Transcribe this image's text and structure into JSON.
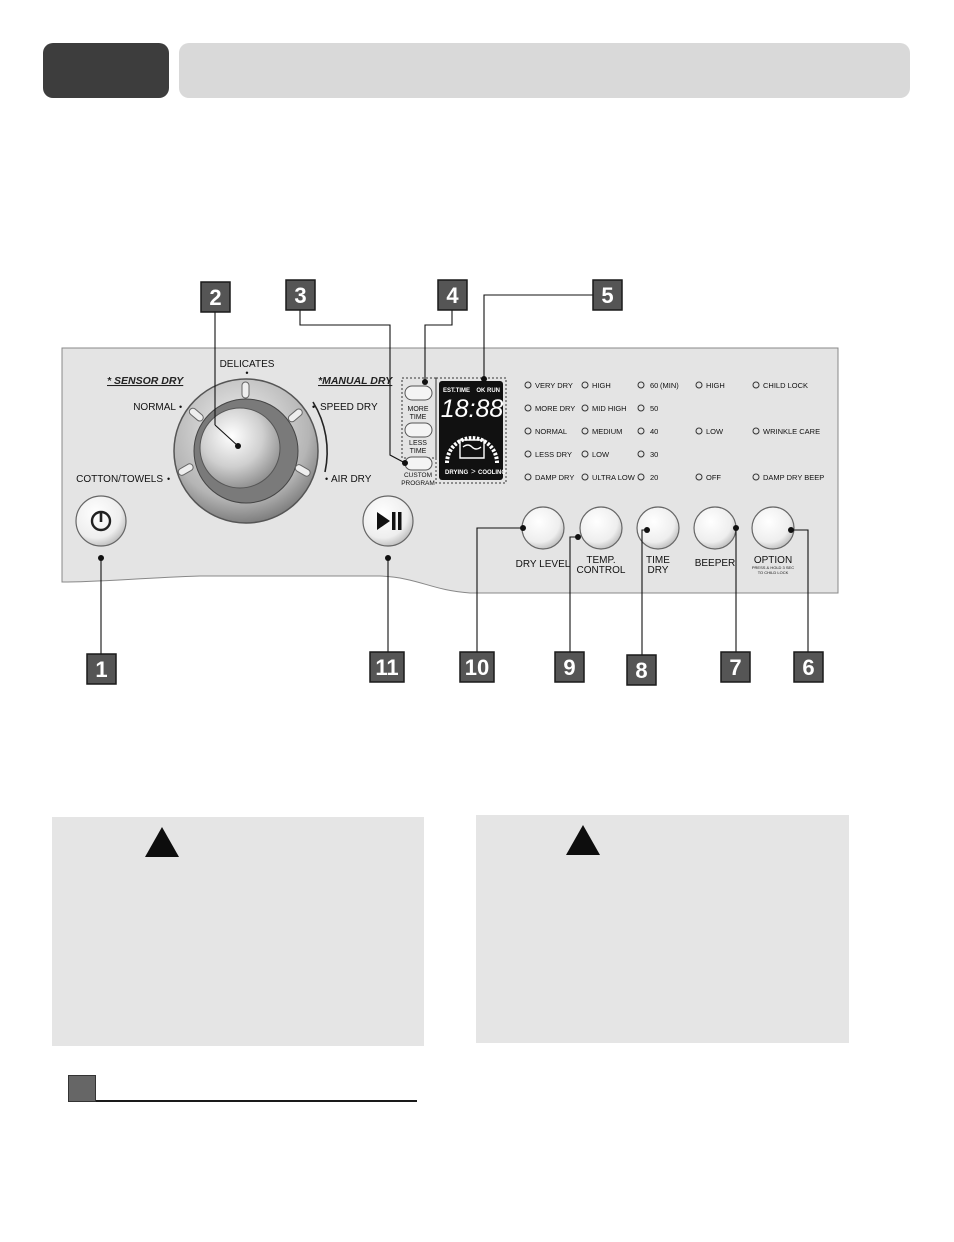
{
  "callouts": [
    "1",
    "2",
    "3",
    "4",
    "5",
    "6",
    "7",
    "8",
    "9",
    "10",
    "11"
  ],
  "dial": {
    "sensor_dry_heading": "* SENSOR DRY",
    "manual_dry_heading": "*MANUAL DRY",
    "delicates": "DELICATES",
    "normal": "NORMAL",
    "cotton_towels": "COTTON/TOWELS",
    "speed_dry": "SPEED DRY",
    "air_dry": "AIR DRY"
  },
  "time_buttons": {
    "more_time_line1": "MORE",
    "more_time_line2": "TIME",
    "less_time_line1": "LESS",
    "less_time_line2": "TIME",
    "custom_line1": "CUSTOM",
    "custom_line2": "PROGRAM"
  },
  "display": {
    "est_time": "EST.TIME",
    "ok_run": "OK RUN",
    "time": "18:88",
    "drying": "DRYING",
    "arrow": ">",
    "cooling": "COOLING"
  },
  "options": {
    "dry_level": [
      "VERY DRY",
      "MORE DRY",
      "NORMAL",
      "LESS DRY",
      "DAMP DRY"
    ],
    "temp": [
      "HIGH",
      "MID HIGH",
      "MEDIUM",
      "LOW",
      "ULTRA LOW"
    ],
    "time": [
      "60",
      "50",
      "40",
      "30",
      "20"
    ],
    "time_unit": "(MIN)",
    "beeper": [
      "HIGH",
      "LOW",
      "OFF"
    ],
    "option": [
      "CHILD LOCK",
      "WRINKLE CARE",
      "DAMP DRY BEEP"
    ]
  },
  "buttons": {
    "dry_level": "DRY LEVEL",
    "temp_line1": "TEMP.",
    "temp_line2": "CONTROL",
    "time_line1": "TIME",
    "time_line2": "DRY",
    "beeper": "BEEPER",
    "option": "OPTION",
    "option_sub1": "PRESS & HOLD 3 SEC",
    "option_sub2": "TO CHILD LOCK"
  },
  "colors": {
    "header_dark": "#3d3d3d",
    "header_light": "#d9d9d9",
    "panel": "#e4e4e4",
    "warning_box": "#e5e5e5",
    "display": "#111111"
  }
}
